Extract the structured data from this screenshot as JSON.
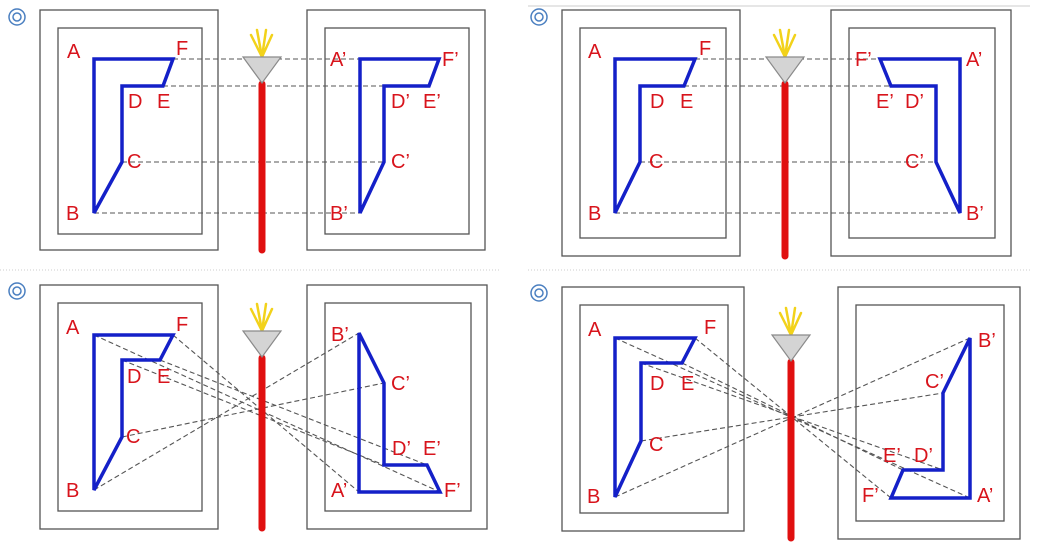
{
  "colors": {
    "shape": "#1420c8",
    "rod": "#e01010",
    "label": "#d8141c",
    "dash": "#555555",
    "frame": "#555555",
    "lamp_fill": "#d4d4d4",
    "lamp_rays": "#f2d21a",
    "badge": "#4a7fc0",
    "separator": "#cccccc"
  },
  "icons": {
    "badge": "circle-bullet-icon",
    "lamp": "lamp-icon",
    "rod": "rod"
  },
  "panels": [
    {
      "id": "top-left",
      "labels": {
        "A": "A",
        "B": "B",
        "C": "C",
        "D": "D",
        "E": "E",
        "F": "F",
        "A2": "A’",
        "B2": "B’",
        "C2": "C’",
        "D2": "D’",
        "E2": "E’",
        "F2": "F’"
      }
    },
    {
      "id": "top-right",
      "labels": {
        "A": "A",
        "B": "B",
        "C": "C",
        "D": "D",
        "E": "E",
        "F": "F",
        "A2": "A’",
        "B2": "B’",
        "C2": "C’",
        "D2": "D’",
        "E2": "E’",
        "F2": "F’"
      }
    },
    {
      "id": "bottom-left",
      "labels": {
        "A": "A",
        "B": "B",
        "C": "C",
        "D": "D",
        "E": "E",
        "F": "F",
        "A2": "A’",
        "B2": "B’",
        "C2": "C’",
        "D2": "D’",
        "E2": "E’",
        "F2": "F’"
      }
    },
    {
      "id": "bottom-right",
      "labels": {
        "A": "A",
        "B": "B",
        "C": "C",
        "D": "D",
        "E": "E",
        "F": "F",
        "A2": "A’",
        "B2": "B’",
        "C2": "C’",
        "D2": "D’",
        "E2": "E’",
        "F2": "F’"
      }
    }
  ]
}
